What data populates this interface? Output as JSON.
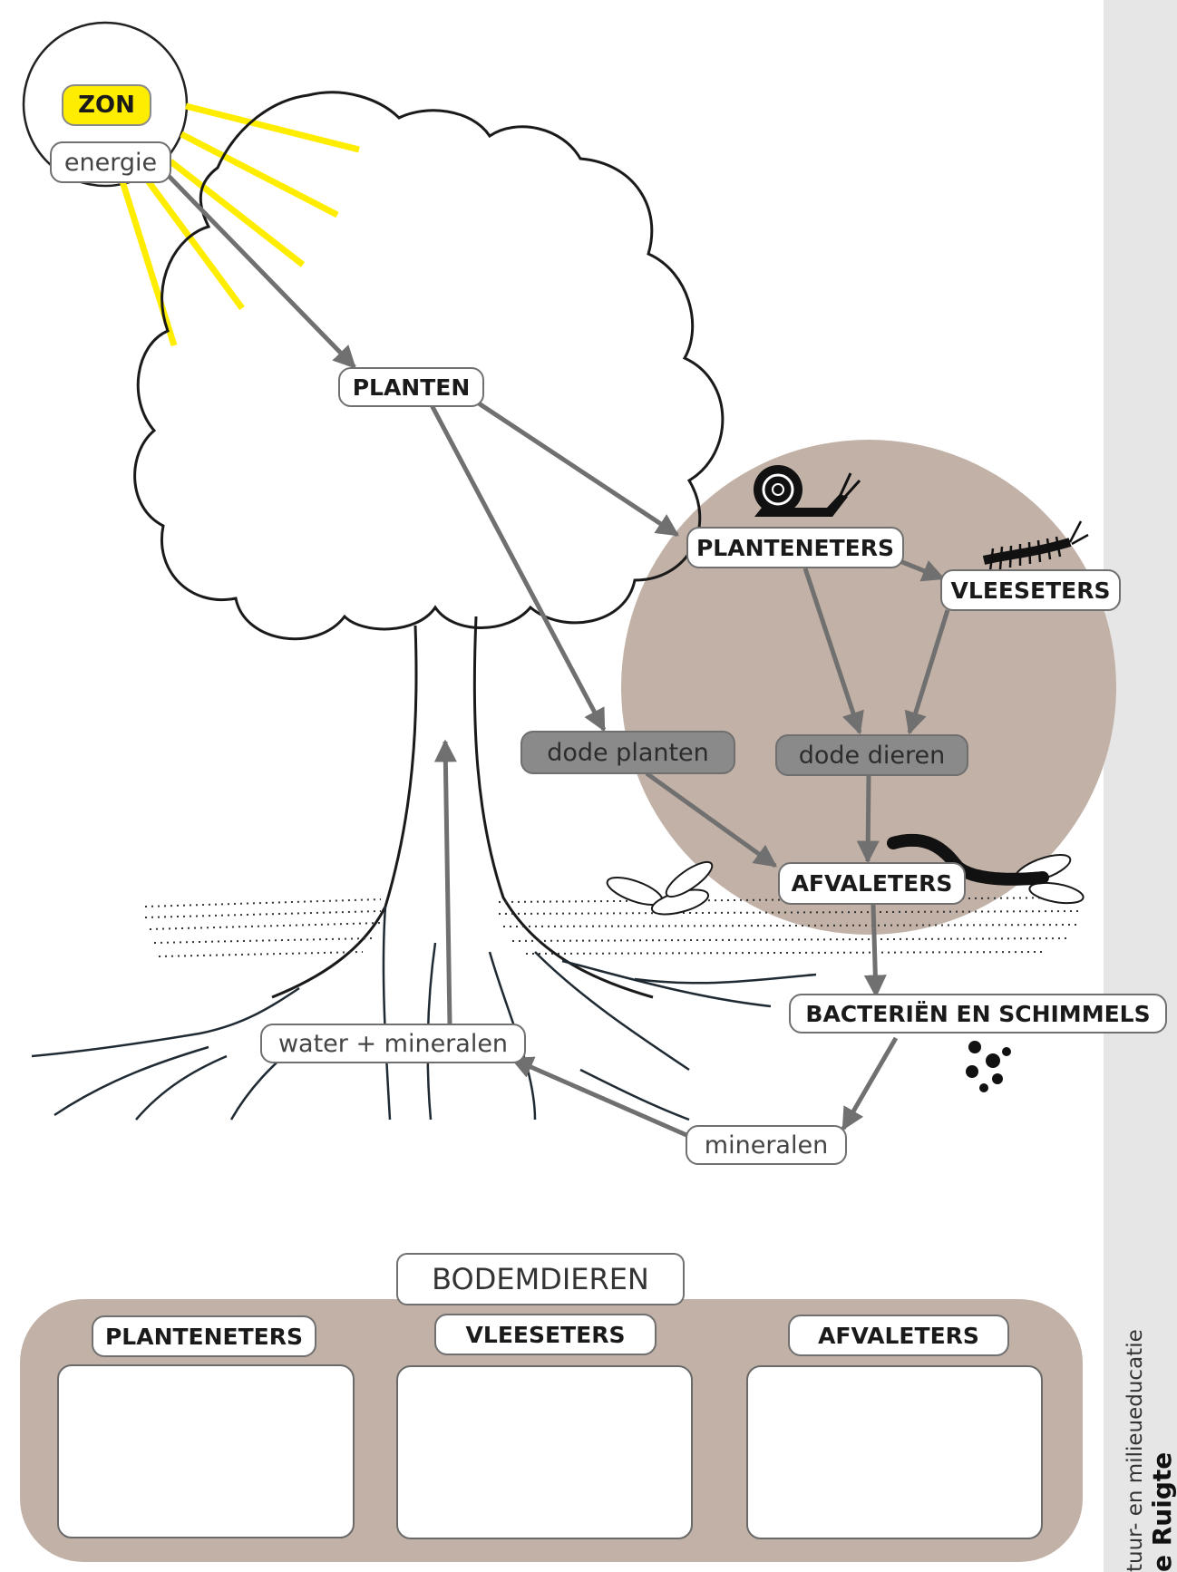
{
  "labels": {
    "zon": "ZON",
    "energie": "energie",
    "planten": "PLANTEN",
    "planteneters": "PLANTENETERS",
    "vleeseters": "VLEESETERS",
    "dode_planten": "dode planten",
    "dode_dieren": "dode dieren",
    "afvaleters": "AFVALETERS",
    "bacterien": "BACTERIËN EN SCHIMMELS",
    "water_mineralen": "water + mineralen",
    "mineralen": "mineralen"
  },
  "legend": {
    "title": "BODEMDIEREN",
    "columns": [
      "PLANTENETERS",
      "VLEESETERS",
      "AFVALETERS"
    ]
  },
  "credits": {
    "line1": "tuur- en milieueducatie",
    "line2": "e Ruigte"
  },
  "colors": {
    "sun": "#ffed00",
    "zone": "#c2b1a6",
    "arrow": "#707070",
    "dead": "#8a8a8a"
  }
}
